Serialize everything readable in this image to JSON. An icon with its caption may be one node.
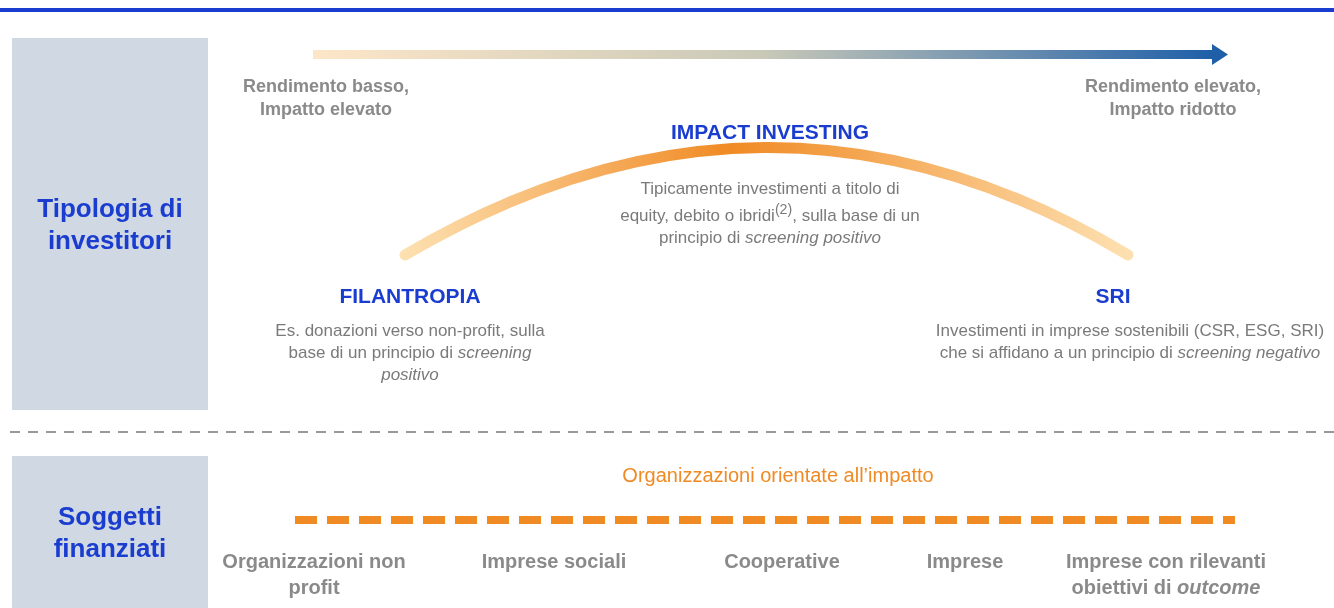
{
  "diagram": {
    "nodes": [
      {
        "text": [
          "Tipologia di investitori"
        ]
      },
      {
        "text": [
          "Soggetti finanziati"
        ]
      }
    ],
    "edges": [],
    "labels": [
      "Rendimento basso, Impatto elevato",
      "Rendimento elevato, Impatto ridotto",
      "IMPACT INVESTING",
      "Tipicamente investimenti a titolo di equity, debito o ibridi$^{(2)}$, sulla base di un principio di *screening positivo*",
      "FILANTROPIA",
      "SRI",
      "Es. donazioni verso non-profit, sulla base di un principio di *screening positivo*",
      "Investimenti in imprese sostenibili (CSR, ESG, SRI) che si affidano a un principio di *screening negativo*",
      "Organizzazioni orientate all’impatto",
      "Organizzazioni non profit",
      "Imprese sociali",
      "Cooperative",
      "Imprese",
      "Imprese con rilevanti obiettivi di *outcome*"
    ]
  }
}
